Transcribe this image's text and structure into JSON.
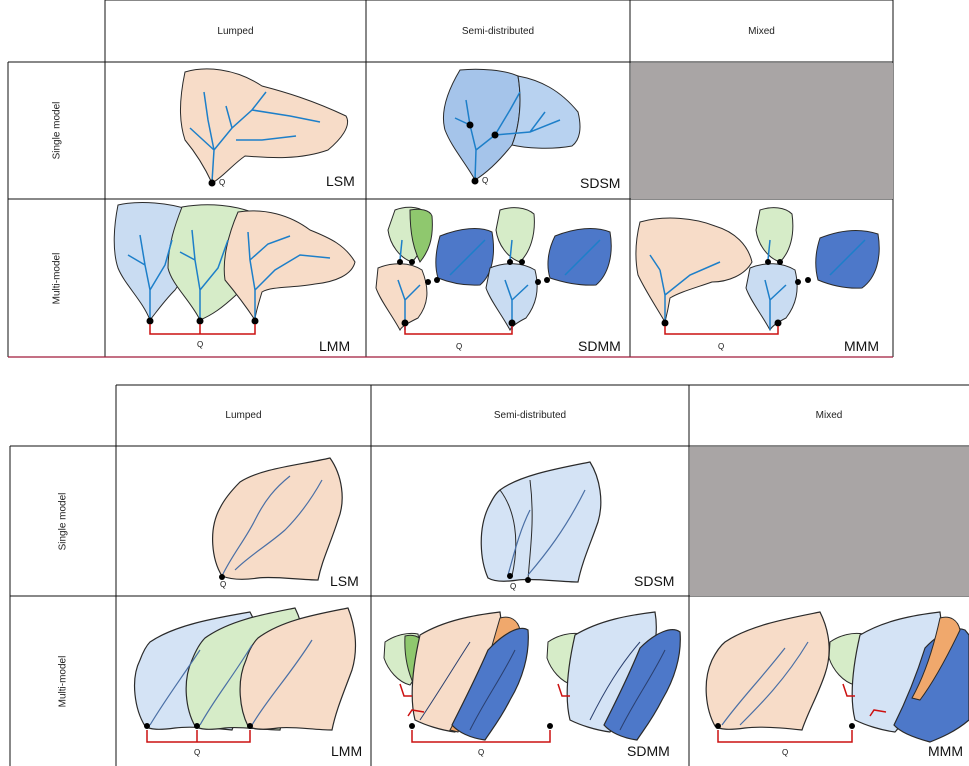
{
  "columns": [
    "Lumped",
    "Semi-distributed",
    "Mixed"
  ],
  "rows": [
    "Single model",
    "Multi-model"
  ],
  "cell_codes": {
    "lsm": "LSM",
    "sdsm": "SDSM",
    "lmm": "LMM",
    "sdmm": "SDMM",
    "mmm": "MMM",
    "mmm_cut": "MMM"
  },
  "outlet_label": "Q",
  "colors": {
    "lumped": "#f7dcc8",
    "semi_distributed_light": "#c9dcf2",
    "semi_distributed_mid": "#7fa8d8",
    "semi_distributed_dark": "#4d78c9",
    "green": "#d6ecc8",
    "orange": "#f0a86c",
    "river": "#1d7fc9",
    "connector": "#cc1111",
    "empty_cell": "#a9a5a5"
  }
}
